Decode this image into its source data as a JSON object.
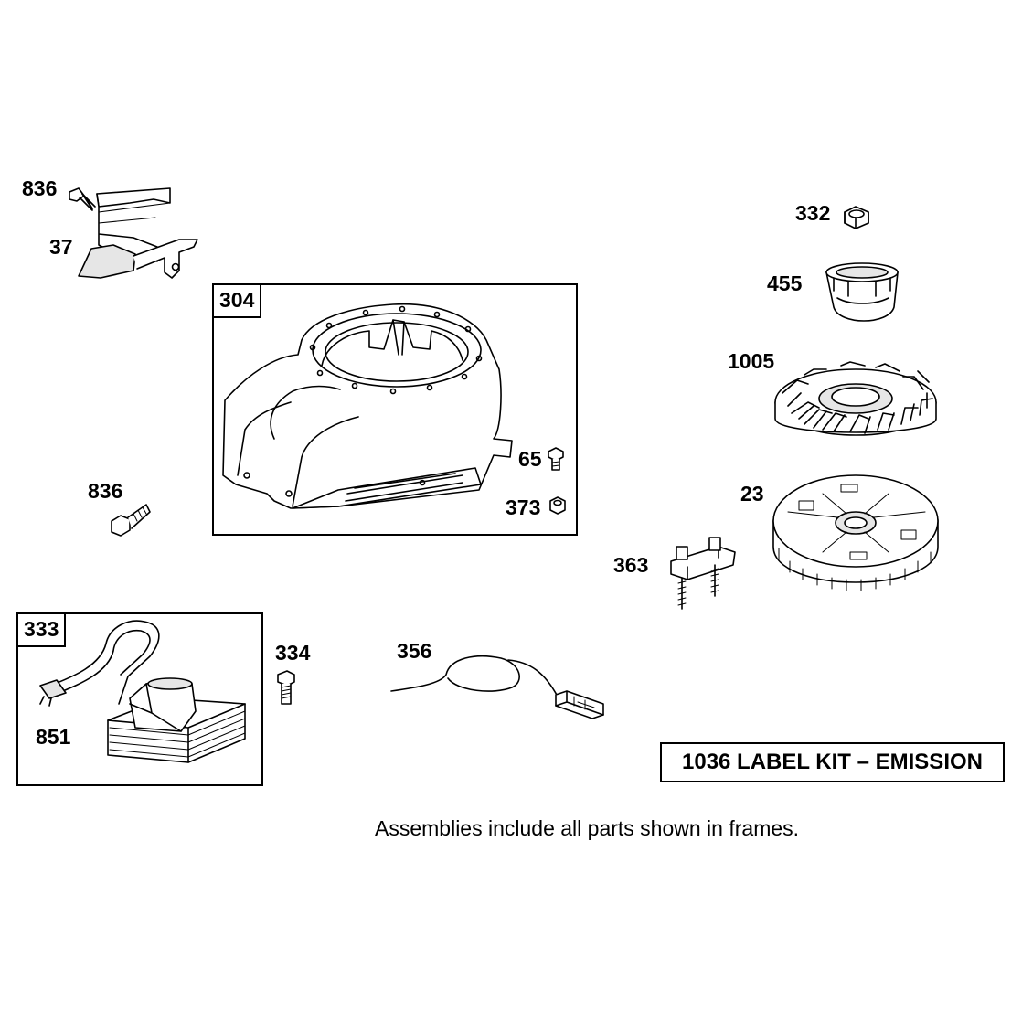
{
  "callouts": {
    "c836_top": "836",
    "c37": "37",
    "c836_mid": "836",
    "c65": "65",
    "c373": "373",
    "c332": "332",
    "c455": "455",
    "c1005": "1005",
    "c23": "23",
    "c363": "363",
    "c334": "334",
    "c356": "356",
    "c851": "851"
  },
  "frames": {
    "blower_housing": "304",
    "armature": "333"
  },
  "label_kit": "1036 LABEL KIT – EMISSION",
  "footnote": "Assemblies include all parts shown in frames."
}
